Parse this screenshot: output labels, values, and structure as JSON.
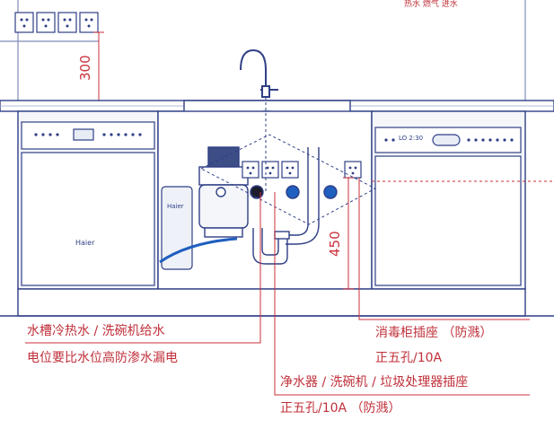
{
  "header": {
    "top_right_labels": "热水  燃气  进水"
  },
  "dimensions": {
    "outlet_height": "300",
    "cabinet_socket_height": "450"
  },
  "appliances": {
    "dishwasher_brand": "Haier",
    "disposer_brand": "Haier",
    "disinfection_cabinet_display": "LO 2:30"
  },
  "callouts": {
    "left_line1": "水槽冷热水 / 洗碗机给水",
    "left_line2": "电位要比水位高防渗水漏电",
    "right_line1": "消毒柜插座  （防溅）",
    "right_line2": "正五孔/10A",
    "bottom_line1": "净水器 / 洗碗机 / 垃圾处理器插座",
    "bottom_line2": "正五孔/10A    （防溅）"
  },
  "colors": {
    "outline": "#2f3f86",
    "light_outline": "#9aa6c8",
    "annotation": "#c0303a",
    "water_pipe": "#1f5fbf",
    "cabinet_fill": "#f4f6fa"
  }
}
